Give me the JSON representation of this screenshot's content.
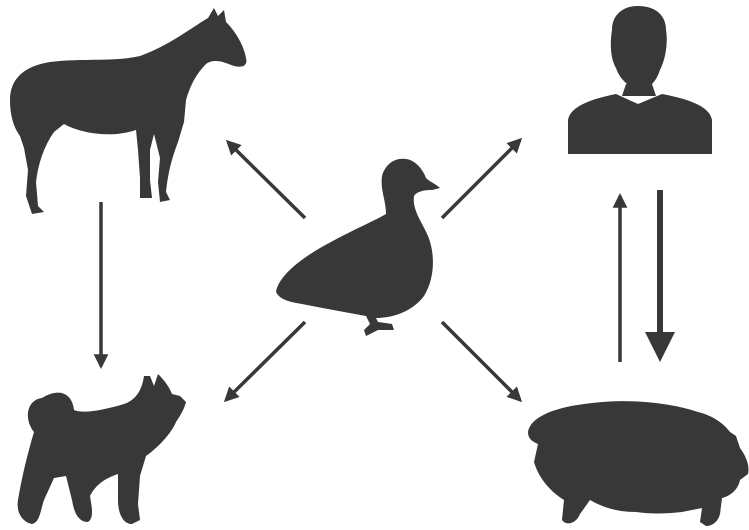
{
  "colors": {
    "silhouette": "#383838",
    "background": "#ffffff"
  },
  "nodes": [
    {
      "id": "duck",
      "icon": "duck-icon"
    },
    {
      "id": "horse",
      "icon": "horse-icon"
    },
    {
      "id": "human",
      "icon": "human-bust-icon"
    },
    {
      "id": "dog",
      "icon": "dog-icon"
    },
    {
      "id": "pig",
      "icon": "pig-icon"
    }
  ],
  "edges": [
    {
      "from": "duck",
      "to": "horse"
    },
    {
      "from": "duck",
      "to": "human"
    },
    {
      "from": "duck",
      "to": "dog"
    },
    {
      "from": "duck",
      "to": "pig"
    },
    {
      "from": "horse",
      "to": "dog"
    },
    {
      "from": "pig",
      "to": "human"
    },
    {
      "from": "human",
      "to": "pig"
    }
  ]
}
